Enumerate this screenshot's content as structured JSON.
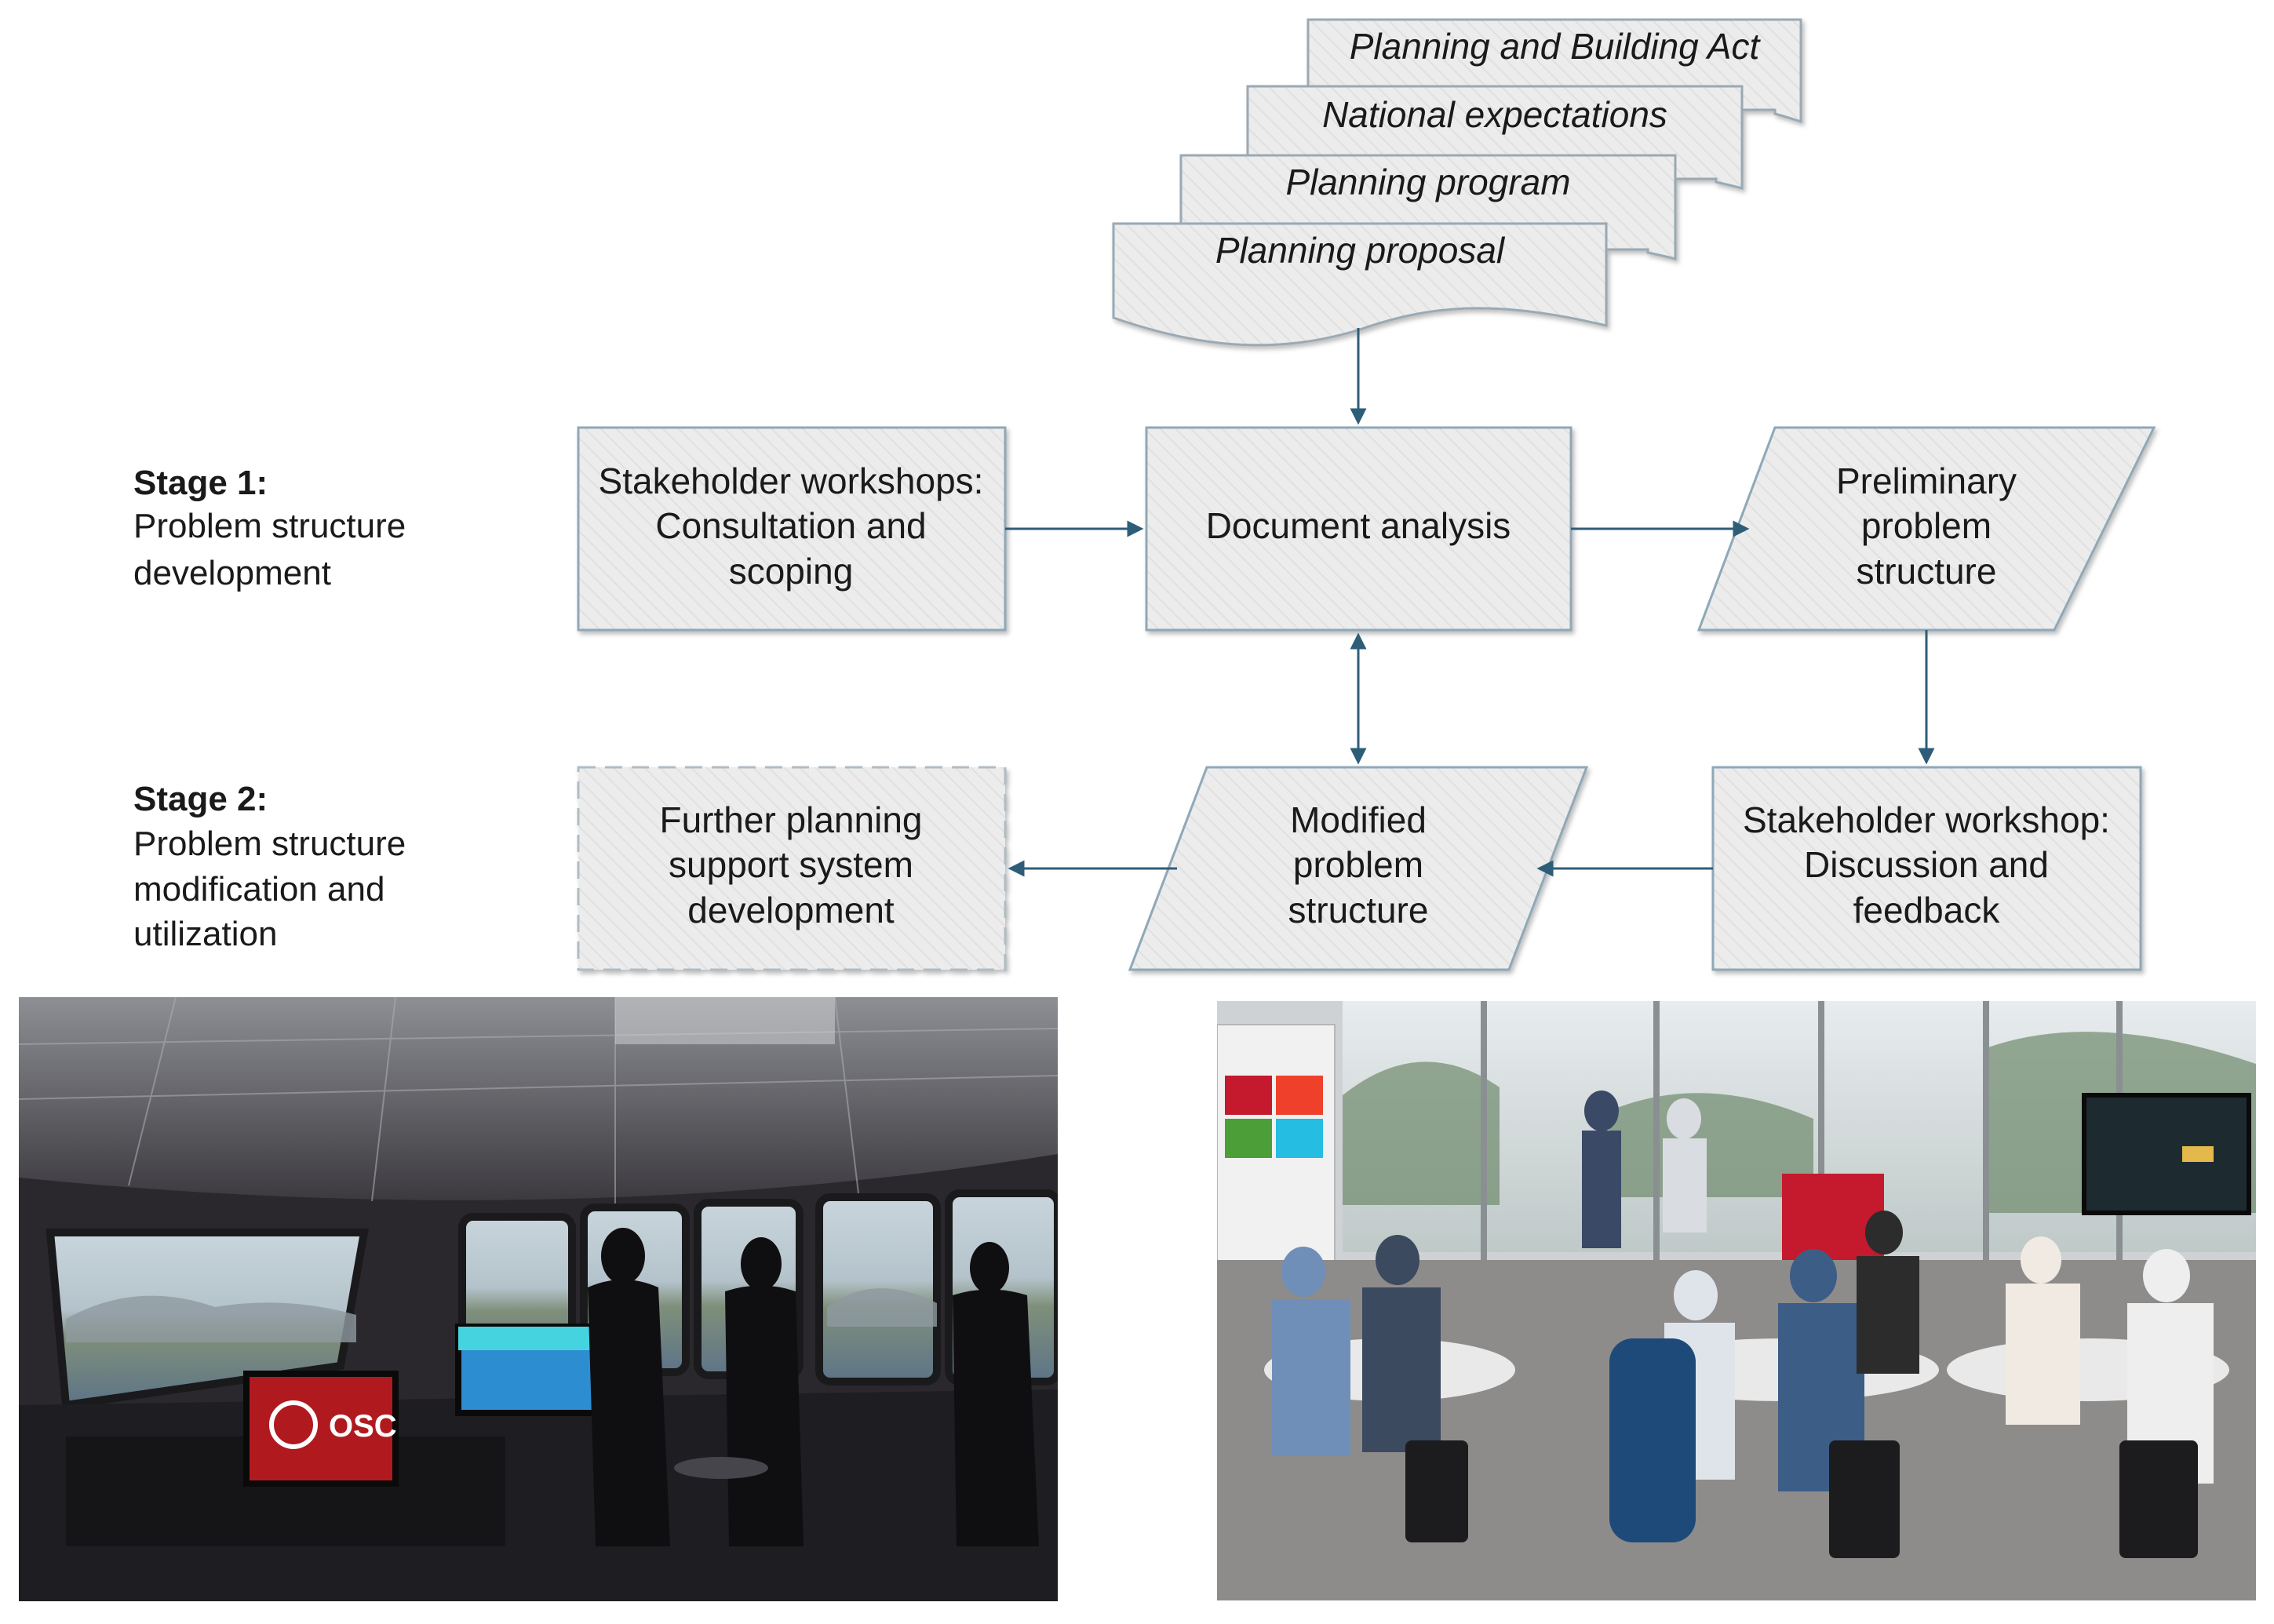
{
  "documents": [
    "Planning and Building Act",
    "National expectations",
    "Planning program",
    "Planning proposal"
  ],
  "stage1": {
    "heading": "Stage 1:",
    "lines": [
      "Problem structure",
      "development"
    ]
  },
  "stage2": {
    "heading": "Stage 2:",
    "lines": [
      "Problem structure",
      "modification and",
      "utilization"
    ]
  },
  "boxes": {
    "stakeholder_workshops": [
      "Stakeholder workshops:",
      "Consultation and",
      "scoping"
    ],
    "document_analysis": [
      "Document analysis"
    ],
    "preliminary_structure": [
      "Preliminary",
      "problem",
      "structure"
    ],
    "further_planning": [
      "Further planning",
      "support system",
      "development"
    ],
    "modified_structure": [
      "Modified",
      "problem",
      "structure"
    ],
    "stakeholder_workshop_feedback": [
      "Stakeholder workshop:",
      "Discussion and",
      "feedback"
    ]
  },
  "photos": {
    "left_screen_logo": "OSC"
  },
  "colors": {
    "box_fill": "#ececec",
    "box_stroke": "#8fa8b8",
    "arrow": "#2e5d78",
    "text": "#1a1a1a"
  }
}
